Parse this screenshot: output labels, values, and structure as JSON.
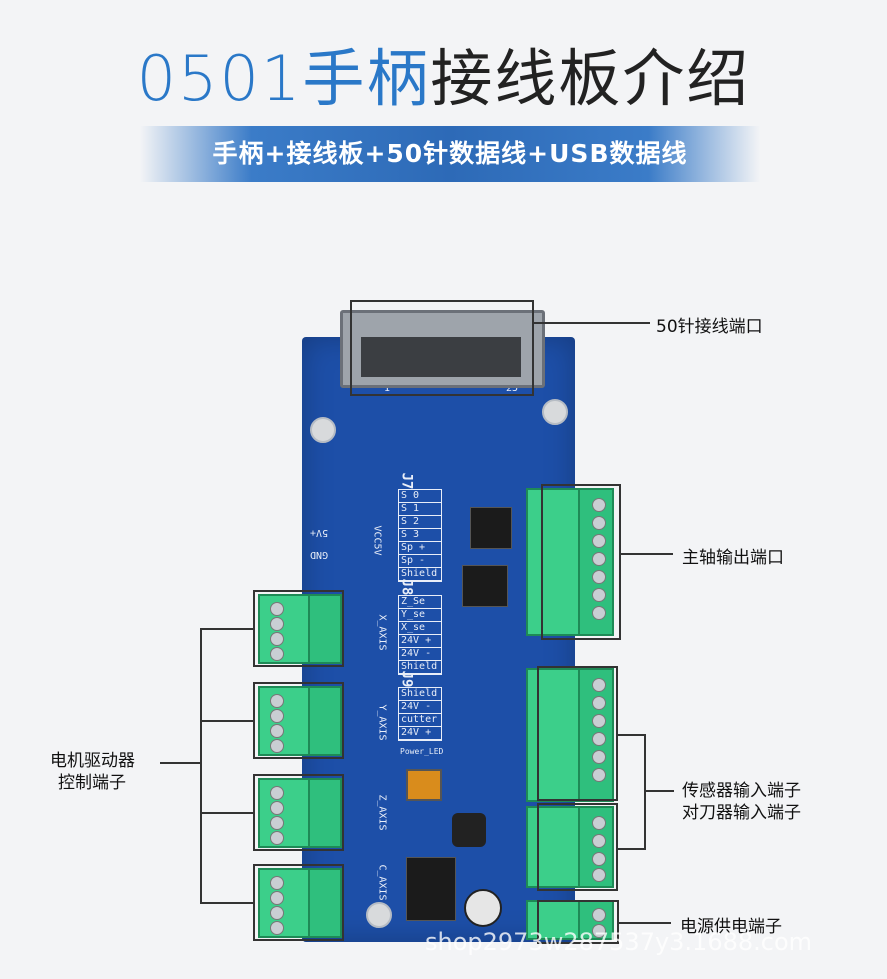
{
  "title": {
    "highlight": "0501手柄",
    "rest": "接线板介绍"
  },
  "subtitle": "手柄+接线板+50针数据线+USB数据线",
  "callouts": {
    "connector": "50针接线端口",
    "spindle": "主轴输出端口",
    "sensor_line1": "传感器输入端子",
    "sensor_line2": "对刀器输入端子",
    "power": "电源供电端子",
    "motor_line1": "电机驱动器",
    "motor_line2": "控制端子"
  },
  "board": {
    "j7_header": "J7",
    "j7_pins": [
      "S 0",
      "S 1",
      "S 2",
      "S 3",
      "Sp +",
      "Sp -",
      "Shield"
    ],
    "j8_header": "J8",
    "j8_pins": [
      "Z_Se",
      "Y_se",
      "X_se",
      "24V +",
      "24V -",
      "Shield"
    ],
    "j9_header": "J9",
    "j9_pins": [
      "Shield",
      "24V -",
      "cutter",
      "24V +"
    ],
    "axes": [
      "X_AXIS",
      "Y_AXIS",
      "Z_AXIS",
      "C_AXIS"
    ],
    "vcc": "VCC5V",
    "5v": "5V+",
    "gnd": "GND",
    "pin1": "1",
    "pin25": "25",
    "power_led": "Power_LED"
  },
  "watermark": "shop2973w287537y3.1688.com",
  "colors": {
    "accent": "#2a78c8",
    "pcb": "#1d4fa8",
    "terminal": "#2fbf7d"
  }
}
